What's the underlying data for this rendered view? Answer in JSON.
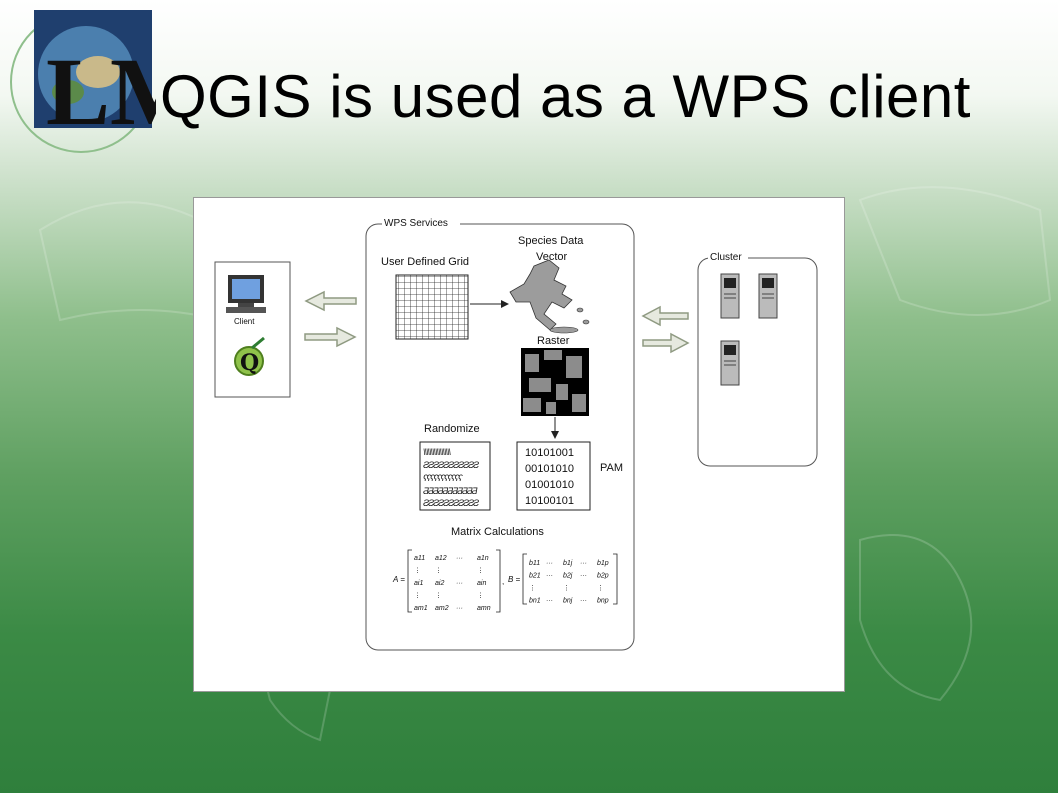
{
  "slide": {
    "title": "QGIS is used as a WPS client",
    "logo_letters": "LM"
  },
  "diagram": {
    "client_label": "Client",
    "wps_group_label": "WPS Services",
    "cluster_label": "Cluster",
    "user_grid_label": "User Defined Grid",
    "species_label_line1": "Species Data",
    "species_label_line2": "Vector",
    "raster_label": "Raster",
    "randomize_label": "Randomize",
    "pam_label": "PAM",
    "pam_rows": [
      "10101001",
      "00101010",
      "01001010",
      "10100101"
    ],
    "matrix_label": "Matrix Calculations",
    "matrix_A_name": "A =",
    "matrix_B_name": "B =",
    "matrix_A_rows": [
      [
        "a11",
        "a12",
        "···",
        "a1n"
      ],
      [
        "⋮",
        "⋮",
        "",
        "⋮"
      ],
      [
        "ai1",
        "ai2",
        "···",
        "ain"
      ],
      [
        "⋮",
        "⋮",
        "",
        "⋮"
      ],
      [
        "am1",
        "am2",
        "···",
        "amn"
      ]
    ],
    "matrix_B_rows": [
      [
        "b11",
        "···",
        "b1j",
        "···",
        "b1p"
      ],
      [
        "b21",
        "···",
        "b2j",
        "···",
        "b2p"
      ],
      [
        "⋮",
        "",
        "⋮",
        "",
        "⋮"
      ],
      [
        "bn1",
        "···",
        "bnj",
        "···",
        "bnp"
      ]
    ]
  },
  "colors": {
    "arrow_fill": "#e6e9df",
    "arrow_stroke": "#8f9a82",
    "bg_green": "#2f7f3c"
  }
}
